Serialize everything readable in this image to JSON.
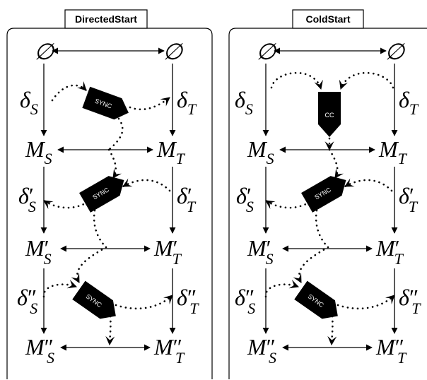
{
  "panels": [
    {
      "title": "DirectedStart",
      "top_left": "∅",
      "top_right": "∅",
      "delta_s": {
        "base": "δ",
        "prime": "",
        "sub": "S"
      },
      "delta_t": {
        "base": "δ",
        "prime": "",
        "sub": "T"
      },
      "m_s": {
        "base": "M",
        "prime": "",
        "sub": "S"
      },
      "m_t": {
        "base": "M",
        "prime": "",
        "sub": "T"
      },
      "delta_s1": {
        "base": "δ",
        "prime": "′",
        "sub": "S"
      },
      "delta_t1": {
        "base": "δ",
        "prime": "′",
        "sub": "T"
      },
      "m_s1": {
        "base": "M",
        "prime": "′",
        "sub": "S"
      },
      "m_t1": {
        "base": "M",
        "prime": "′",
        "sub": "T"
      },
      "delta_s2": {
        "base": "δ",
        "prime": "″",
        "sub": "S"
      },
      "delta_t2": {
        "base": "δ",
        "prime": "″",
        "sub": "T"
      },
      "m_s2": {
        "base": "M",
        "prime": "″",
        "sub": "S"
      },
      "m_t2": {
        "base": "M",
        "prime": "″",
        "sub": "T"
      },
      "op1": "SYNC",
      "op2": "SYNC",
      "op3": "SYNC"
    },
    {
      "title": "ColdStart",
      "top_left": "∅",
      "top_right": "∅",
      "delta_s": {
        "base": "δ",
        "prime": "",
        "sub": "S"
      },
      "delta_t": {
        "base": "δ",
        "prime": "",
        "sub": "T"
      },
      "m_s": {
        "base": "M",
        "prime": "",
        "sub": "S"
      },
      "m_t": {
        "base": "M",
        "prime": "",
        "sub": "T"
      },
      "delta_s1": {
        "base": "δ",
        "prime": "′",
        "sub": "S"
      },
      "delta_t1": {
        "base": "δ",
        "prime": "′",
        "sub": "T"
      },
      "m_s1": {
        "base": "M",
        "prime": "′",
        "sub": "S"
      },
      "m_t1": {
        "base": "M",
        "prime": "′",
        "sub": "T"
      },
      "delta_s2": {
        "base": "δ",
        "prime": "″",
        "sub": "S"
      },
      "delta_t2": {
        "base": "δ",
        "prime": "″",
        "sub": "T"
      },
      "m_s2": {
        "base": "M",
        "prime": "″",
        "sub": "S"
      },
      "m_t2": {
        "base": "M",
        "prime": "″",
        "sub": "T"
      },
      "op1": "CC",
      "op2": "SYNC",
      "op3": "SYNC"
    }
  ]
}
